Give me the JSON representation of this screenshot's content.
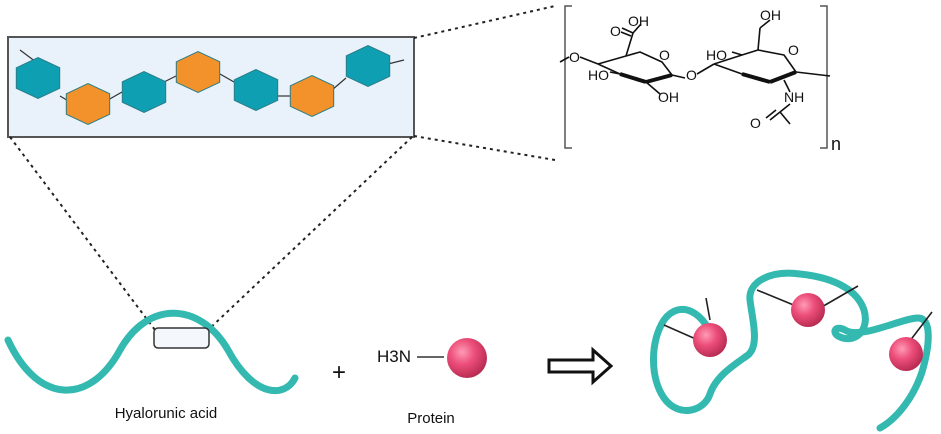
{
  "labels": {
    "hyaluronic_acid": "Hyalorunic acid",
    "protein": "Protein",
    "plus": "+",
    "amine": "H3N"
  },
  "structure": {
    "carboxyl_oh": "OH",
    "carboxyl_o": "O",
    "ring_o_left": "O",
    "ring_o_right": "O",
    "glycosidic_o": "O",
    "chain_o": "O",
    "ho_left": "HO",
    "oh_left_bottom": "OH",
    "ch2oh": "OH",
    "ho_right": "HO",
    "nh": "NH",
    "acetyl_o": "O",
    "repeat_n": "n"
  },
  "colors": {
    "chain_teal": "#33b9b0",
    "hexagon_teal": "#0f9fb3",
    "hexagon_orange": "#f3912a",
    "protein_pink": "#ec4e79",
    "inset_fill": "#e9f2fa"
  },
  "icons": {
    "arrow": "hollow-right-arrow-icon",
    "protein": "protein-sphere-icon"
  }
}
